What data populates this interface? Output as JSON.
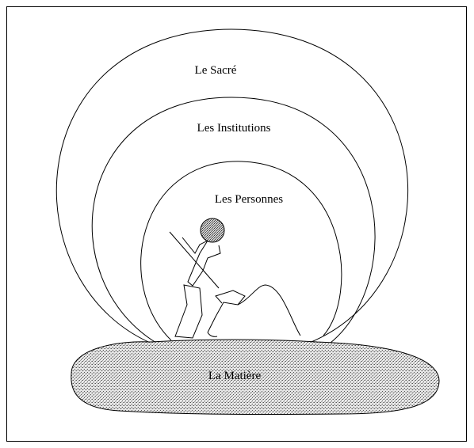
{
  "labels": {
    "sacred": "Le Sacré",
    "institutions": "Les Institutions",
    "persons": "Les Personnes",
    "matter": "La Matière"
  }
}
